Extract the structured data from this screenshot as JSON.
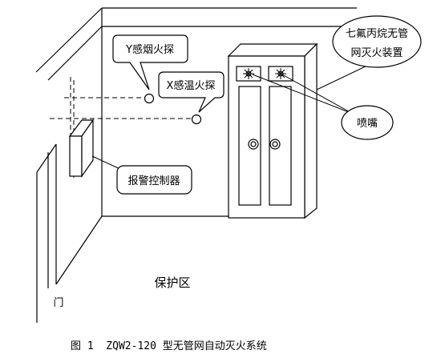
{
  "labels": {
    "y_detector": "Y感烟火探",
    "x_detector": "X感温火探",
    "device": [
      "七氟丙烷无管",
      "网灭火装置"
    ],
    "nozzle": "喷嘴",
    "controller": "报警控制器",
    "zone": "保护区",
    "door": "门"
  },
  "caption": "图 1  ZQW2-120 型无管网自动灭火系统"
}
